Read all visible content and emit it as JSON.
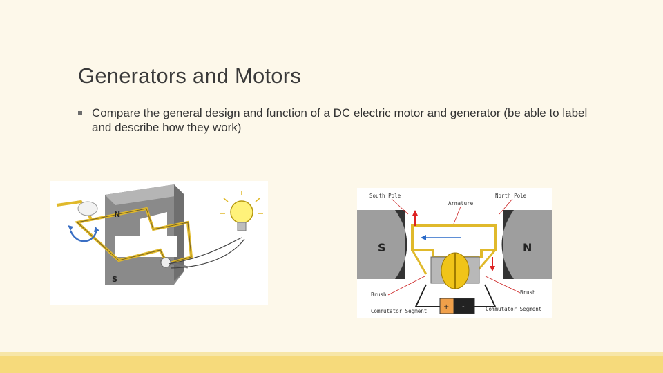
{
  "slide": {
    "title": "Generators and Motors",
    "bullet": "Compare the general design and function of a DC electric motor and generator (be able to label and describe how they work)"
  },
  "generator_figure": {
    "pole_n": "N",
    "pole_s": "S"
  },
  "motor_figure": {
    "label_south_pole": "South Pole",
    "label_north_pole": "North Pole",
    "label_armature": "Armature",
    "label_brush_left": "Brush",
    "label_brush_right": "Brush",
    "label_commutator_left": "Commutator Segment",
    "label_commutator_right": "Commutator Segment",
    "pole_s": "S",
    "pole_n": "N",
    "battery_plus": "+",
    "battery_minus": "-"
  },
  "colors": {
    "background": "#fdf8ea",
    "footer_light": "#f7e6a8",
    "footer_dark": "#f6da7b",
    "wire_gold": "#e0b92b",
    "magnet_gray": "#9e9e9e"
  }
}
